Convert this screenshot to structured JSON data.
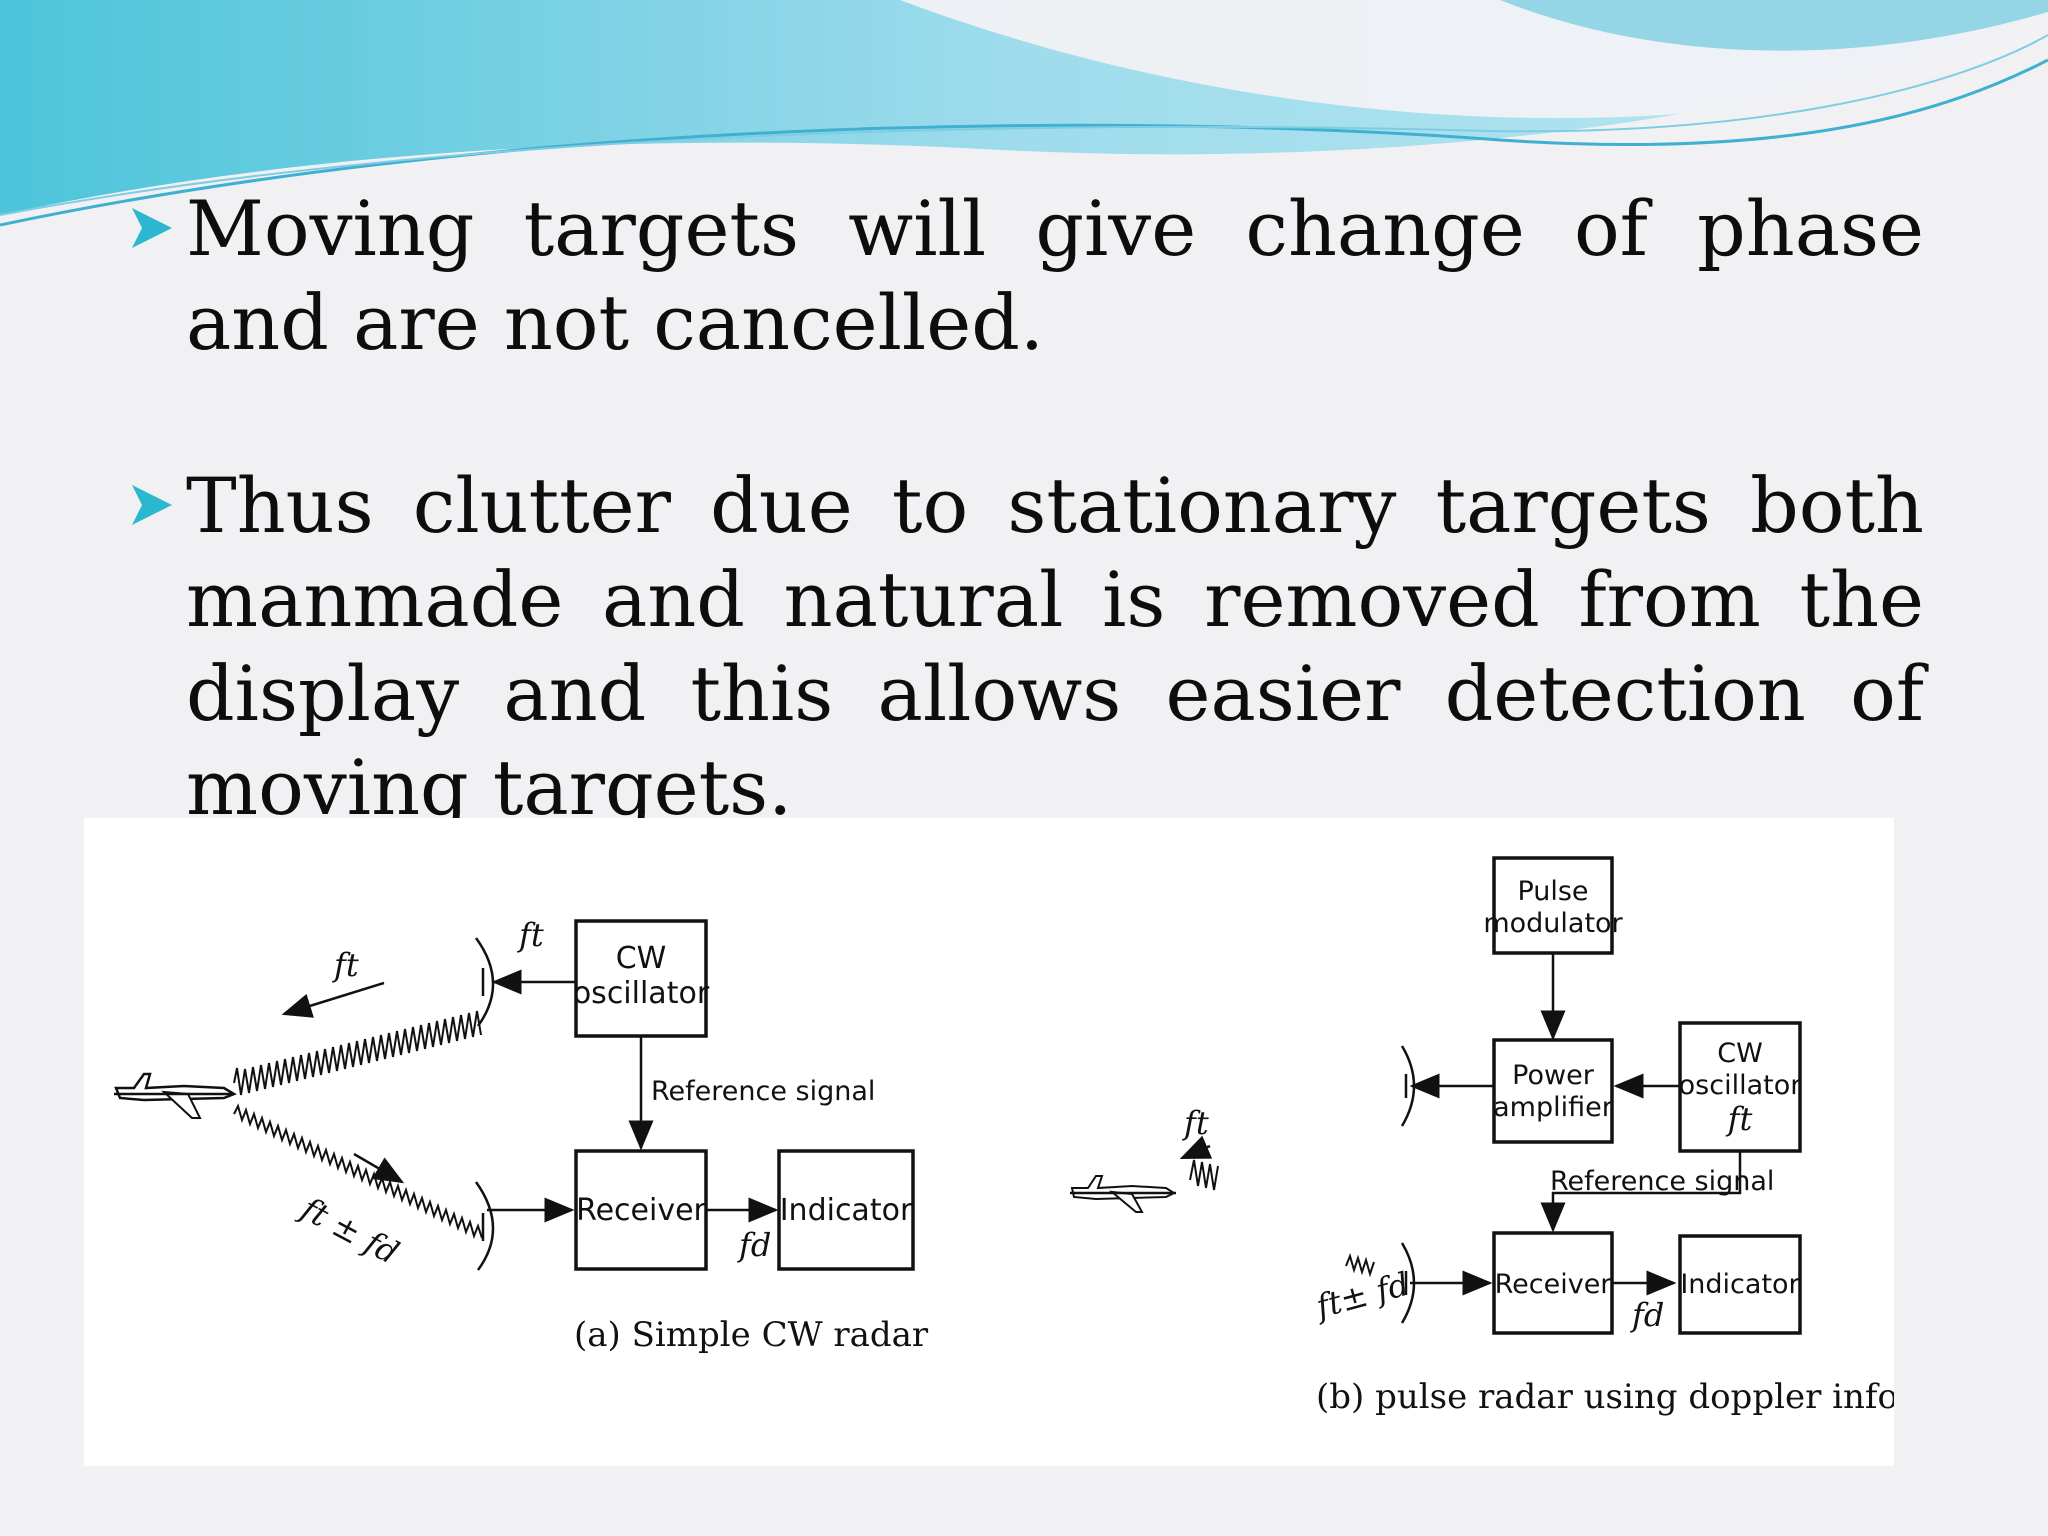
{
  "slide": {
    "bullets": [
      {
        "text": "Moving targets will give change of phase and are not cancelled."
      },
      {
        "text": "Thus clutter due to stationary targets both manmade and natural is removed from the display and this allows easier detection of moving targets."
      }
    ]
  },
  "figure": {
    "panel_a": {
      "blocks": {
        "oscillator": [
          "CW",
          "oscillator"
        ],
        "receiver": "Receiver",
        "indicator": "Indicator"
      },
      "reference_label": "Reference signal",
      "symbols": {
        "ft_tx": "ft",
        "ft_wave": "ft",
        "ft_fd": "ft ± fd",
        "fd": "fd"
      },
      "caption": "(a) Simple CW radar"
    },
    "panel_b": {
      "blocks": {
        "modulator": [
          "Pulse",
          "modulator"
        ],
        "amplifier": [
          "Power",
          "amplifier"
        ],
        "oscillator": [
          "CW",
          "oscillator",
          "ft"
        ],
        "receiver": "Receiver",
        "indicator": "Indicator"
      },
      "reference_label": "Reference signal",
      "symbols": {
        "ft_target": "ft",
        "ft_fd": "ft± fd",
        "fd": "fd"
      },
      "caption": "(b) pulse radar using doppler information."
    }
  },
  "colors": {
    "bullet_arrow": "#2ab7cf",
    "wave_light": "#8fd3e6",
    "wave_dark": "#3fb0d1"
  },
  "icons": {
    "bullet": "arrow-bullet-icon",
    "aircraft": "aircraft-icon",
    "antenna": "antenna-icon"
  }
}
